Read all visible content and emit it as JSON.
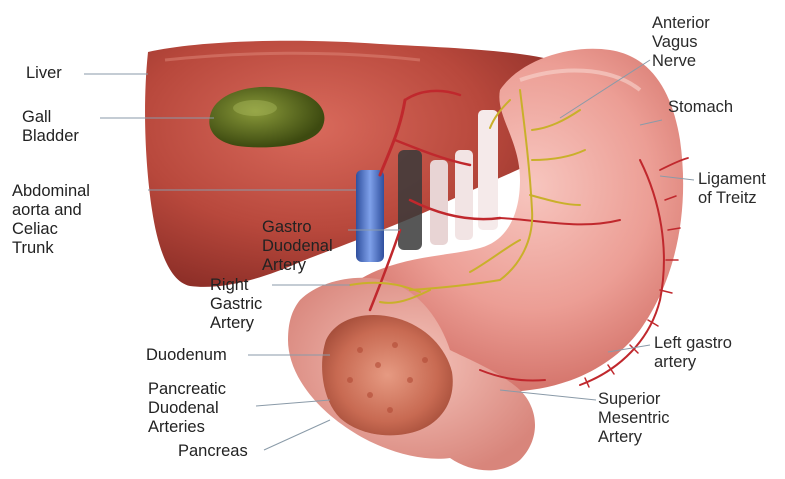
{
  "labels": {
    "liver": "Liver",
    "gall_bladder": "Gall\nBladder",
    "abdominal_aorta": "Abdominal\naorta and\nCeliac\nTrunk",
    "gastro_duodenal": "Gastro\nDuodenal\nArtery",
    "right_gastric": "Right\nGastric\nArtery",
    "duodenum": "Duodenum",
    "pancreatic_duodenal": "Pancreatic\nDuodenal\nArteries",
    "pancreas": "Pancreas",
    "anterior_vagus": "Anterior\nVagus\nNerve",
    "stomach": "Stomach",
    "ligament_treitz": "Ligament\nof Treitz",
    "left_gastro": "Left gastro\nartery",
    "superior_mesentric": "Superior\nMesentric\nArtery"
  },
  "colors": {
    "liver": "#b8483c",
    "gall_bladder": "#556b1e",
    "stomach": "#e99b92",
    "aorta": "#4a6fc4",
    "artery": "#c0282d",
    "nerve": "#c9b02a",
    "pancreas": "#c86a52"
  }
}
